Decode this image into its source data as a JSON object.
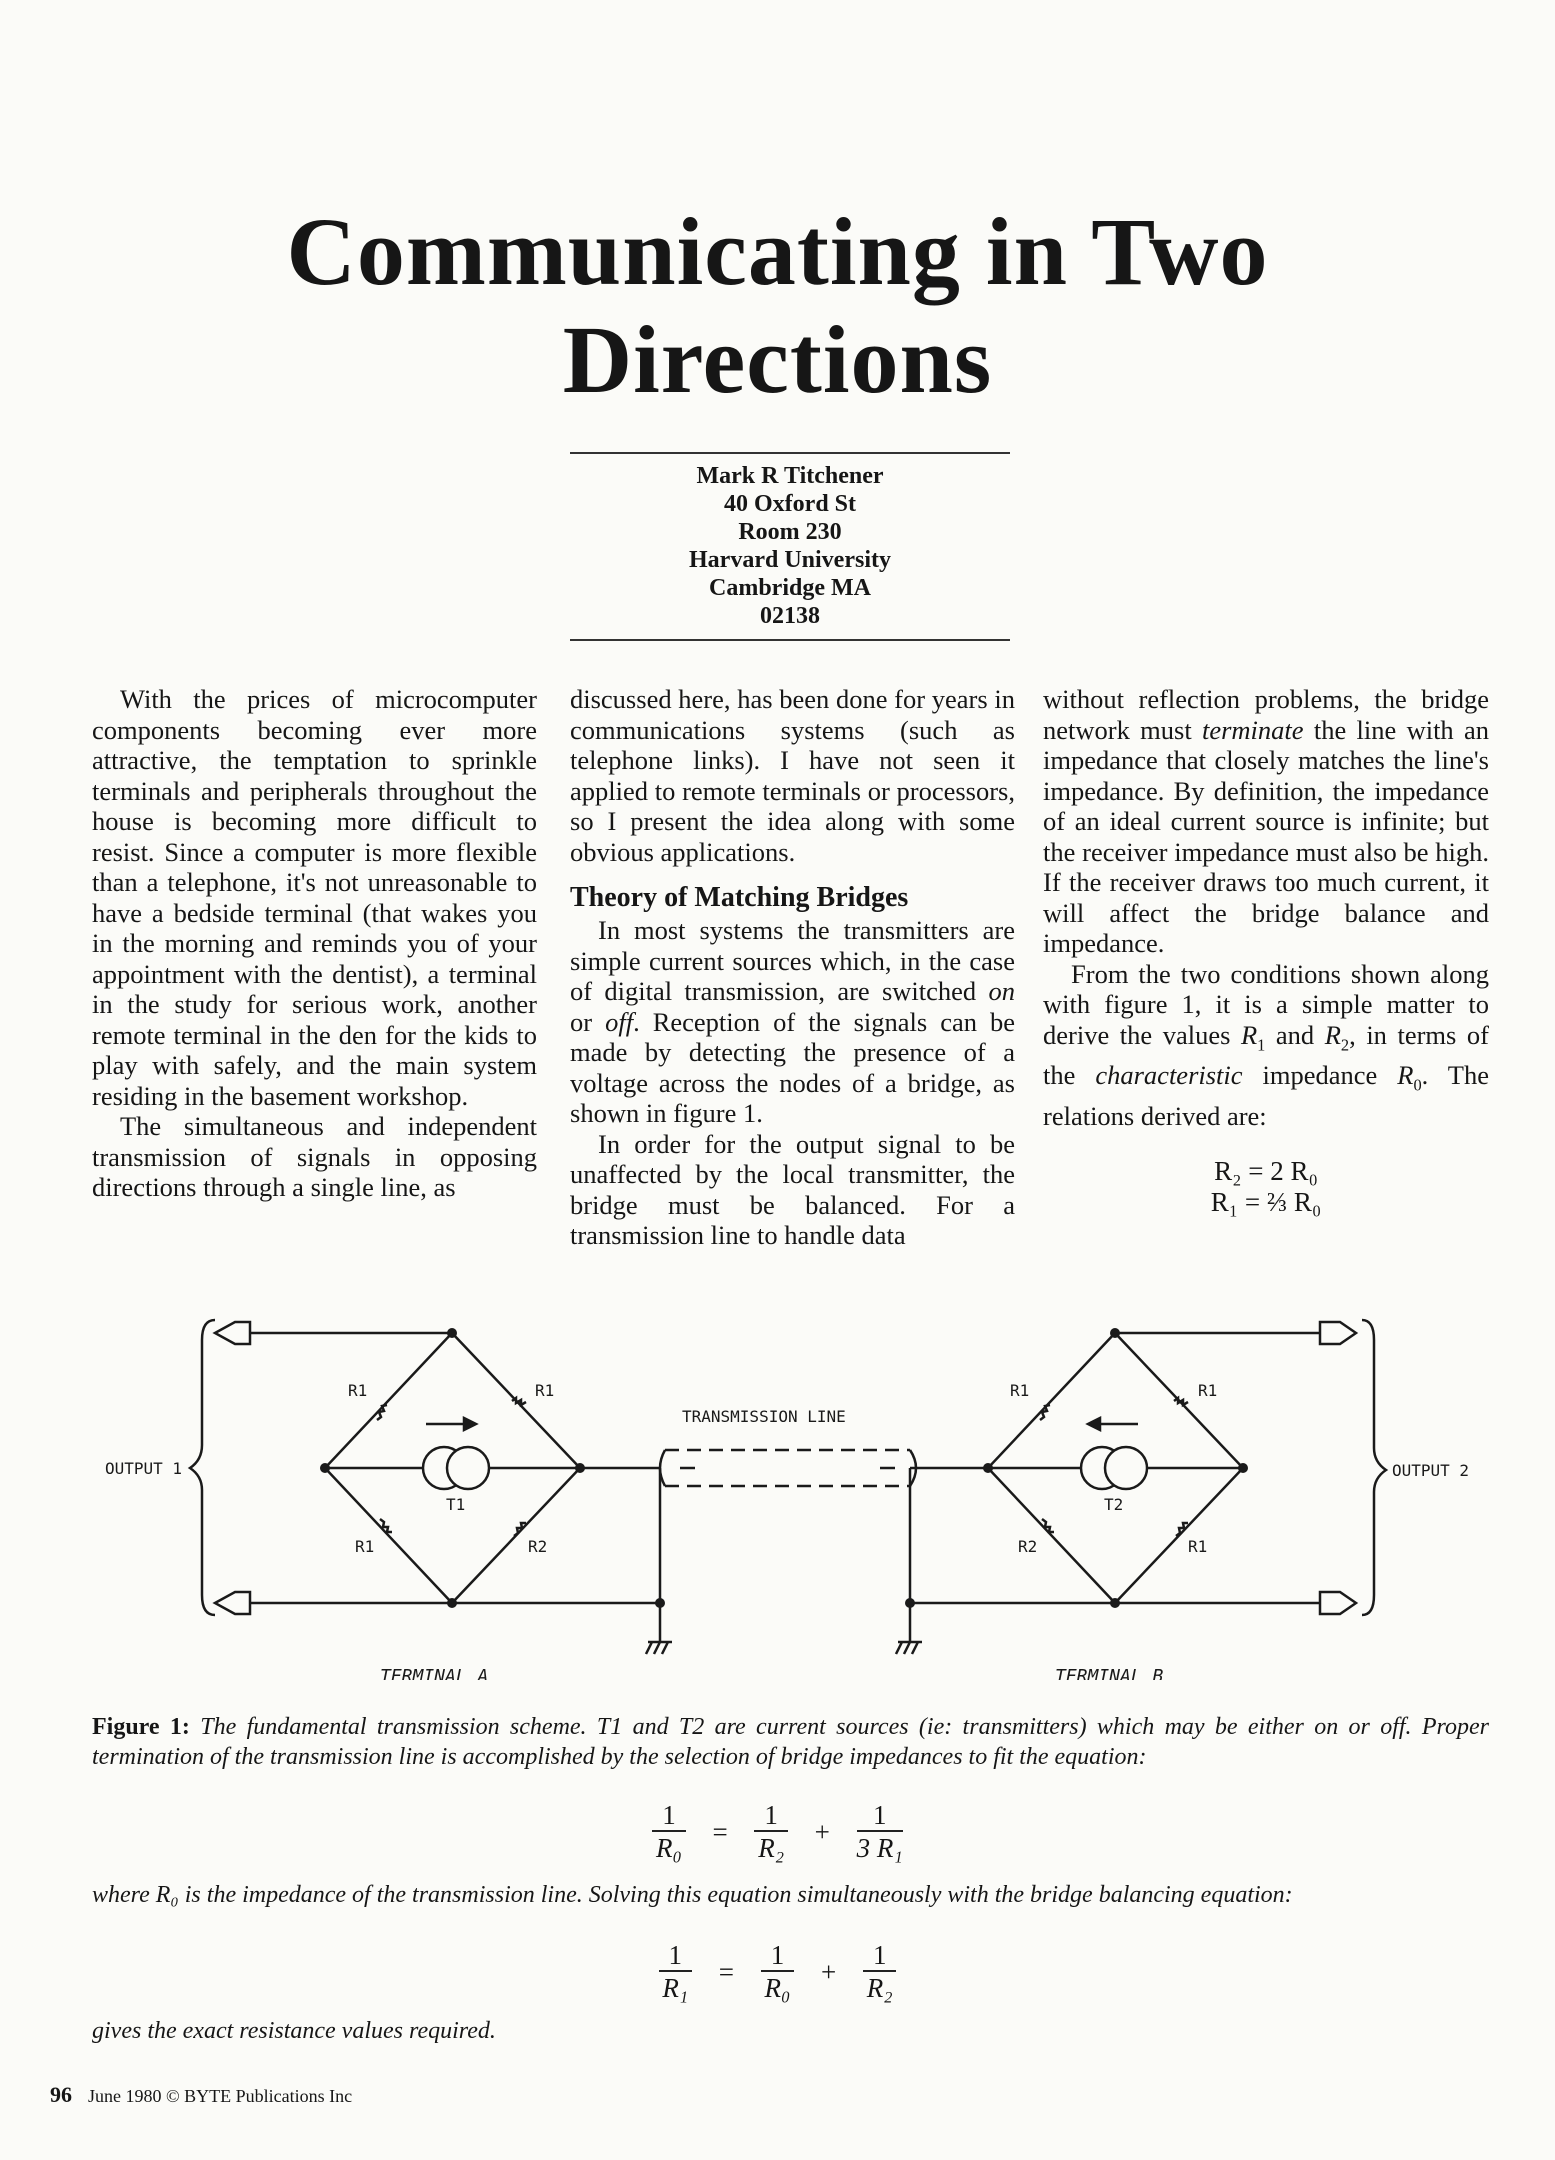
{
  "title": {
    "line1": "Communicating in Two",
    "line2": "Directions"
  },
  "byline": [
    "Mark R Titchener",
    "40 Oxford St",
    "Room 230",
    "Harvard University",
    "Cambridge MA",
    "02138"
  ],
  "body": {
    "col1_p1": "With the prices of microcomputer components becoming ever more attractive, the temptation to sprinkle terminals and peripherals throughout the house is becoming more difficult to resist. Since a computer is more flexible than a telephone, it's not unreasonable to have a bedside terminal (that wakes you in the morning and reminds you of your appointment with the dentist), a terminal in the study for serious work, another remote terminal in the den for the kids to play with safely, and the main system residing in the basement workshop.",
    "col1_p2": "The simultaneous and independent transmission of signals in opposing directions through a single line, as",
    "col2_p1": "discussed here, has been done for years in communications systems (such as telephone links). I have not seen it applied to remote terminals or processors, so I present the idea along with some obvious applications.",
    "heading": "Theory of Matching Bridges",
    "col2_p2a": "In most systems the transmitters are simple current sources which, in the case of digital transmission, are switched ",
    "on": "on",
    "or": " or ",
    "off": "off",
    "col2_p2b": ". Reception of the signals can be made by detecting the presence of a voltage across the nodes of a bridge, as shown in figure 1.",
    "col2_p3": "In order for the output signal to be unaffected by the local transmitter, the bridge must be balanced. For a transmission line to handle data",
    "col3_p1a": "without reflection problems, the bridge network must ",
    "terminate": "terminate",
    "col3_p1b": " the line with an impedance that closely matches the line's impedance. By definition, the impedance of an ideal current source is infinite; but the receiver impedance must also be high. If the receiver draws too much current, it will affect the bridge balance and impedance.",
    "col3_p2a": "From the two conditions shown along with figure 1, it is a simple matter to derive the values ",
    "r1": "R",
    "and": " and ",
    "r2": "R",
    "col3_p2b": ", in terms of the ",
    "characteristic": "characteristic",
    "impedance": " impedance ",
    "r0": "R",
    "col3_p2c": ". The relations derived are:",
    "eq1": "R₂ = 2 R₀",
    "eq2": "R₁ = ⅔ R₀"
  },
  "diagram": {
    "output1": "OUTPUT 1",
    "output2": "OUTPUT 2",
    "transmission_line": "TRANSMISSION LINE",
    "terminal_a": "TERMINAL A",
    "terminal_b": "TERMINAL B",
    "r1": "R1",
    "r2": "R2",
    "t1": "T1",
    "t2": "T2"
  },
  "caption": {
    "label": "Figure 1:",
    "text": " The fundamental transmission scheme. T1 and T2 are current sources (ie: transmitters) which may be either on or off. Proper termination of the transmission line  is accomplished by the selection of bridge impedances to fit the equation:",
    "middle": "where R₀ is the impedance of the transmission line. Solving this equation simultaneously with the bridge balancing equation:",
    "end": "gives the exact resistance values required.",
    "eq1": {
      "one": "1",
      "d1": "R₀",
      "eq": "=",
      "d2": "R₂",
      "plus": "+",
      "d3": "3 R₁"
    },
    "eq2": {
      "one": "1",
      "d1": "R₁",
      "eq": "=",
      "d2": "R₀",
      "plus": "+",
      "d3": "R₂"
    }
  },
  "footer": {
    "page": "96",
    "text": "June 1980 © BYTE Publications Inc"
  }
}
